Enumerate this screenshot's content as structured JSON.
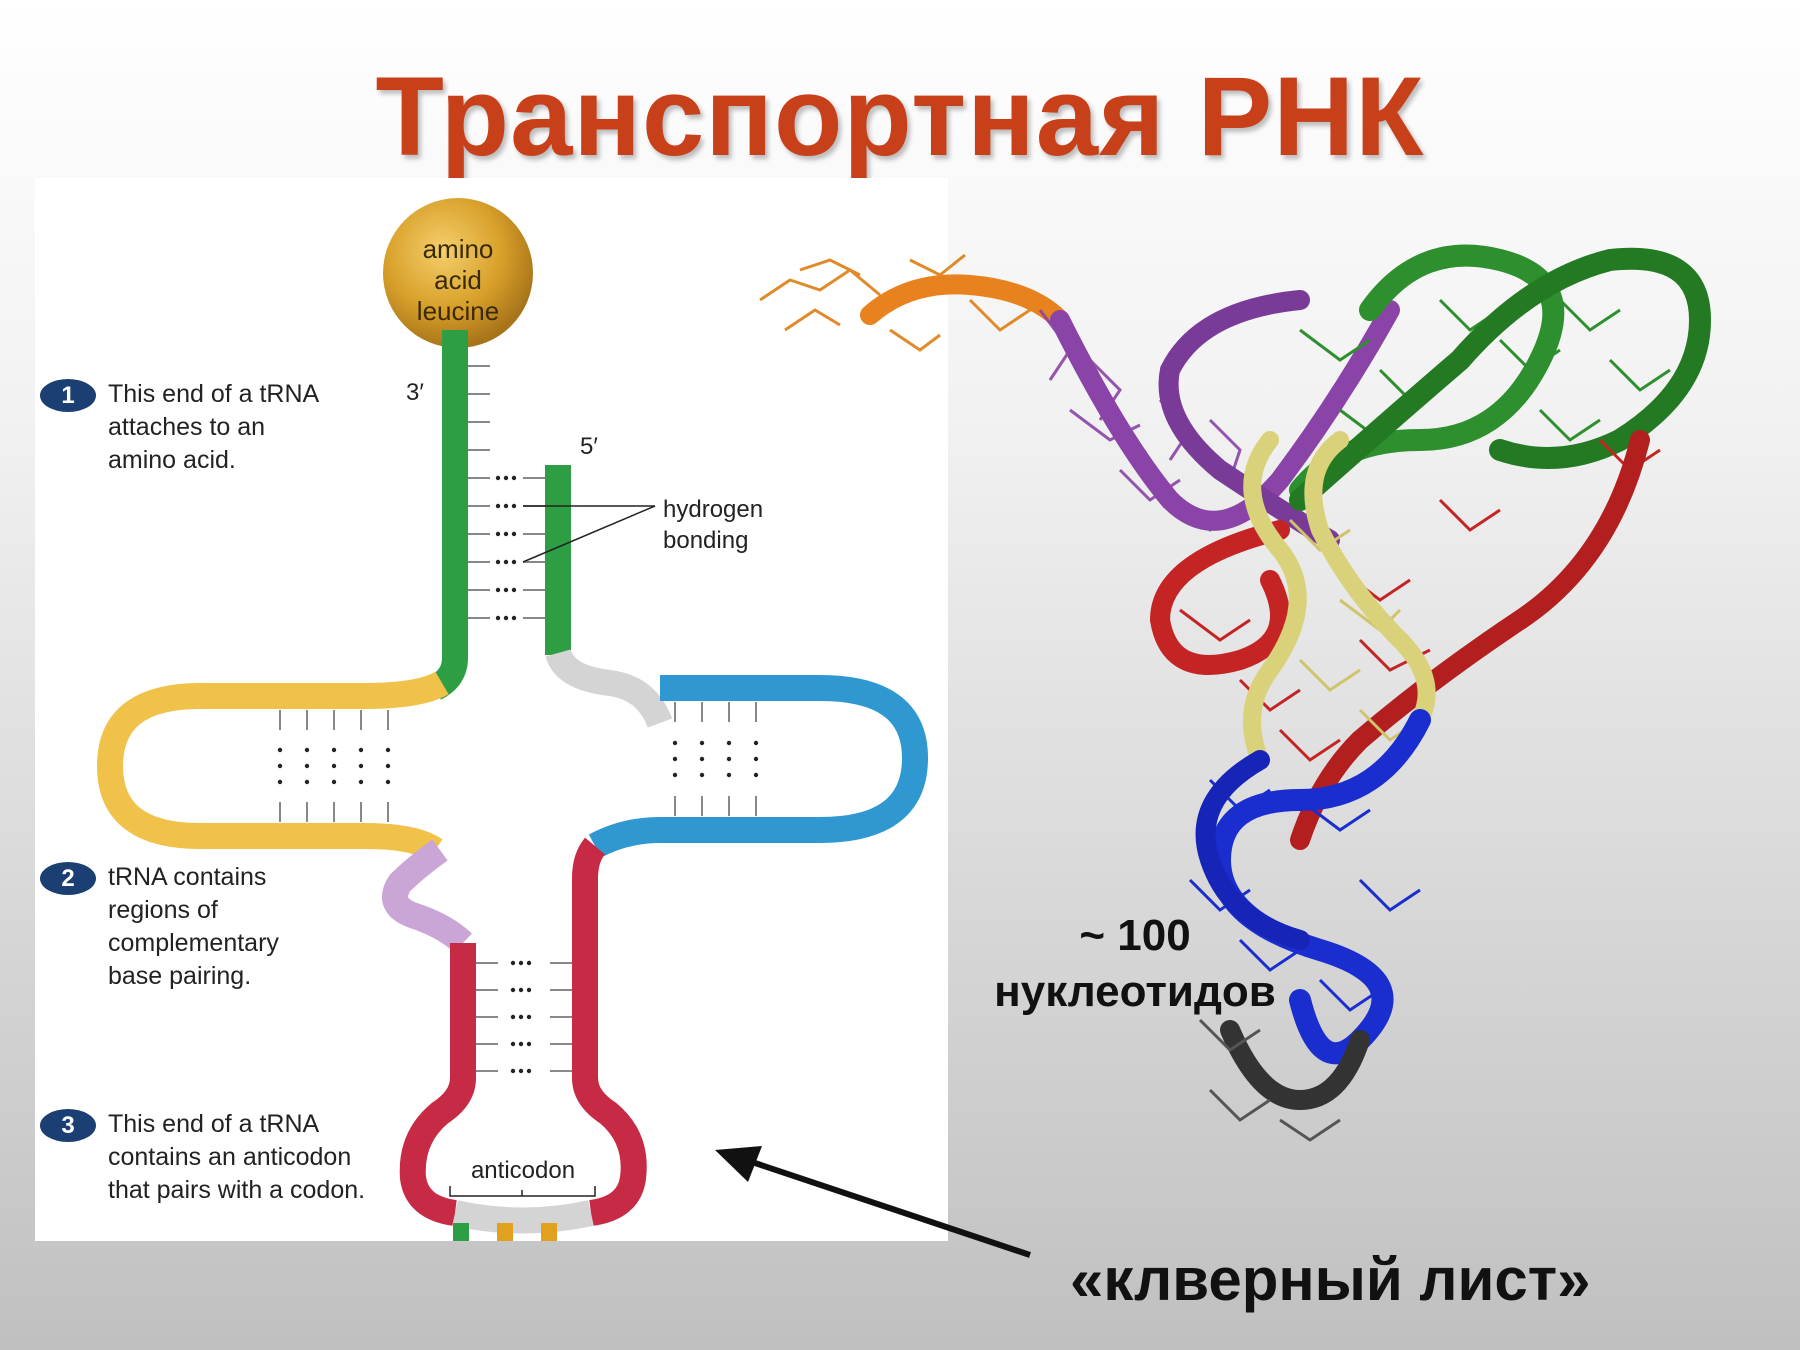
{
  "title": "Транспортная РНК",
  "diagram": {
    "amino_acid": [
      "amino",
      "acid",
      "leucine"
    ],
    "three_prime": "3′",
    "five_prime": "5′",
    "hydrogen_bonding": [
      "hydrogen",
      "bonding"
    ],
    "anticodon": "anticodon",
    "steps": [
      {
        "number": "1",
        "text": "This end of a tRNA\nattaches to an\namino acid."
      },
      {
        "number": "2",
        "text": "tRNA contains\nregions of\ncomplementary\nbase pairing."
      },
      {
        "number": "3",
        "text": "This end of a tRNA\ncontains an anticodon\nthat pairs with a codon."
      }
    ],
    "colors": {
      "acceptor_stem": "#2e9e45",
      "d_arm": "#f0c24a",
      "t_arm": "#2f98d0",
      "anticodon_arm": "#c72a45",
      "variable_loop": "#c9a6d6",
      "linker": "#d4d4d4",
      "amino_acid": "#d8a02a",
      "step_badge": "#1b3f73"
    }
  },
  "annotation": {
    "nucleotides": [
      "~ 100",
      "нуклеотидов"
    ],
    "cloverleaf": "«клверный лист»"
  },
  "model_colors": {
    "cca_end": "#e8821e",
    "acceptor": "#8a44a8",
    "t_loop": "#2e8f2e",
    "d_arm": "#c42424",
    "variable": "#d9d27a",
    "anticodon": "#1a2ed0",
    "tail": "#333333"
  }
}
